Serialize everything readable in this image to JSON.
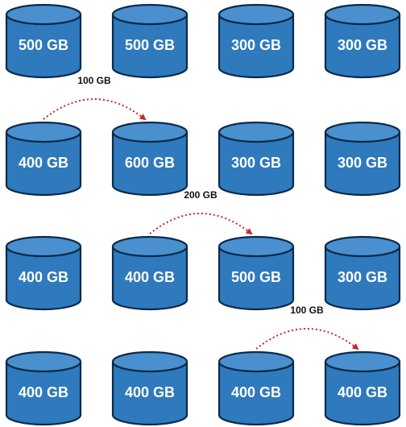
{
  "colors": {
    "disk_body": "#2f79bd",
    "disk_top": "#4a90cf",
    "disk_outline": "#0b2a4a",
    "arrow": "#c1272d"
  },
  "rows": [
    {
      "disks": [
        "500 GB",
        "500 GB",
        "300 GB",
        "300 GB"
      ]
    },
    {
      "disks": [
        "400 GB",
        "600 GB",
        "300 GB",
        "300 GB"
      ]
    },
    {
      "disks": [
        "400 GB",
        "400 GB",
        "500 GB",
        "300 GB"
      ]
    },
    {
      "disks": [
        "400 GB",
        "400 GB",
        "400 GB",
        "400 GB"
      ]
    }
  ],
  "transfers": [
    {
      "label": "100 GB",
      "row": 1,
      "from_col": 0,
      "to_col": 1
    },
    {
      "label": "200 GB",
      "row": 2,
      "from_col": 1,
      "to_col": 2
    },
    {
      "label": "100 GB",
      "row": 3,
      "from_col": 2,
      "to_col": 3
    }
  ]
}
